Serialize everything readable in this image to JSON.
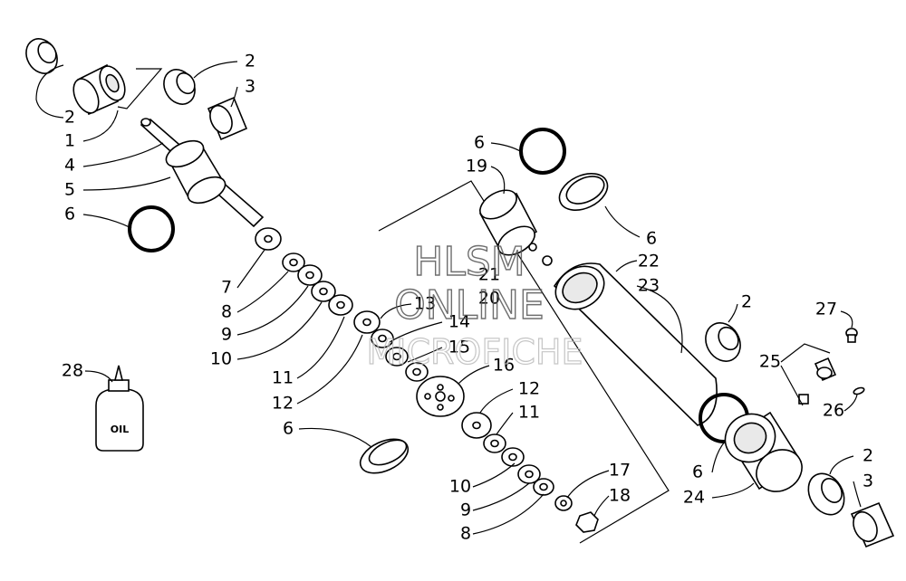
{
  "watermark": {
    "line1": "HLSM",
    "line2": "ONLINE",
    "line3": "MICROFICHE"
  },
  "bottle_label": "OIL",
  "callouts": {
    "c2a": "2",
    "c3a": "3",
    "c2b": "2",
    "c1": "1",
    "c4": "4",
    "c5": "5",
    "c6a": "6",
    "c7a": "7",
    "c8a": "8",
    "c9a": "9",
    "c10a": "10",
    "c11a": "11",
    "c12a": "12",
    "c13": "13",
    "c14": "14",
    "c15": "15",
    "c16": "16",
    "c6b": "6",
    "c12b": "12",
    "c11b": "11",
    "c10b": "10",
    "c9b": "9",
    "c8b": "8",
    "c17": "17",
    "c18": "18",
    "c6c": "6",
    "c19": "19",
    "c6d": "6",
    "c21": "21",
    "c20": "20",
    "c22": "22",
    "c23": "23",
    "c2c": "2",
    "c27": "27",
    "c25": "25",
    "c26": "26",
    "c6e": "6",
    "c24": "24",
    "c2d": "2",
    "c3b": "3",
    "c28": "28"
  }
}
